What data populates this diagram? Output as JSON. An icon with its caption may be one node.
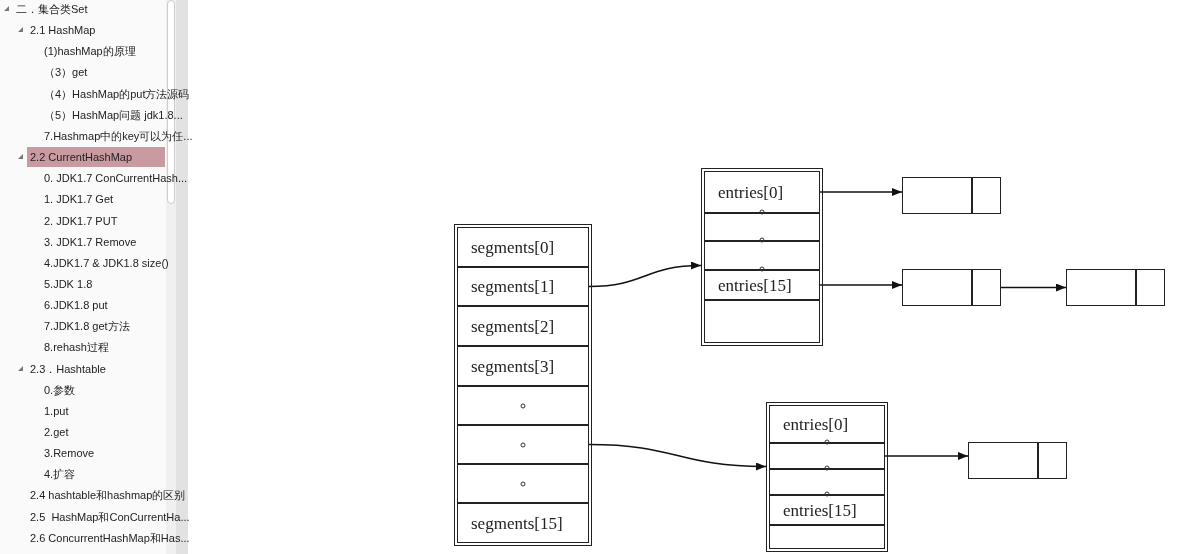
{
  "diagram": {
    "nodes": [
      {
        "text": [],
        "shape": "box"
      },
      {
        "text": [
          "segments[0]"
        ],
        "in": 0
      },
      {
        "text": [
          "segments[1]"
        ],
        "in": 0
      },
      {
        "text": [
          "segments[2]"
        ],
        "in": 0
      },
      {
        "text": [
          "segments[3]"
        ],
        "in": 0
      },
      {
        "text": [],
        "shape": "box",
        "in": 0
      },
      {
        "text": [],
        "shape": "box",
        "in": 0
      },
      {
        "text": [],
        "shape": "box",
        "in": 0
      },
      {
        "text": [
          "segments[15]"
        ],
        "in": 0
      },
      {
        "text": [],
        "shape": "box"
      },
      {
        "text": [
          "entries[0]"
        ],
        "in": 9
      },
      {
        "text": [],
        "shape": "box",
        "in": 9
      },
      {
        "text": [],
        "shape": "box",
        "in": 9
      },
      {
        "text": [
          "entries[15]"
        ],
        "in": 9
      },
      {
        "text": [],
        "shape": "box",
        "in": 9
      },
      {
        "text": [],
        "shape": "box"
      },
      {
        "text": [
          "entries[0]"
        ],
        "in": 15
      },
      {
        "text": [],
        "shape": "box",
        "in": 15
      },
      {
        "text": [],
        "shape": "box",
        "in": 15
      },
      {
        "text": [
          "entries[15]"
        ],
        "in": 15
      },
      {
        "text": [],
        "shape": "box",
        "in": 15
      },
      {
        "text": [],
        "shape": "box"
      },
      {
        "text": [],
        "shape": "box"
      },
      {
        "text": [],
        "shape": "box"
      },
      {
        "text": [],
        "shape": "box"
      }
    ],
    "edges": [
      {
        "from": 2,
        "to": 9,
        "arrow": "to"
      },
      {
        "from": 6,
        "to": 15,
        "arrow": "to"
      },
      {
        "from": 10,
        "to": 21,
        "arrow": "to"
      },
      {
        "from": 13,
        "to": 22,
        "arrow": "to"
      },
      {
        "from": 22,
        "to": 23,
        "arrow": "to"
      },
      {
        "from": 17,
        "to": 24,
        "arrow": "to"
      }
    ],
    "labels": [
      "二．集合类Set",
      "2.1 HashMap",
      "(1)hashMap的原理",
      "（3）get",
      "（4）HashMap的put方法源码",
      "（5）HashMap问题 jdk1.8...",
      "7.Hashmap中的key可以为任...",
      "2.2 CurrentHashMap",
      "0. JDK1.7 ConCurrentHash...",
      "1. JDK1.7 Get",
      "2. JDK1.7 PUT",
      "3. JDK1.7 Remove",
      "4.JDK1.7 & JDK1.8 size()",
      "5.JDK 1.8",
      "6.JDK1.8 put",
      "7.JDK1.8 get方法",
      "8.rehash过程",
      "2.3．Hashtable",
      "0.参数",
      "1.put",
      "2.get",
      "3.Remove",
      "4.扩容",
      "2.4 hashtable和hashmap的区别",
      "2.5  HashMap和ConCurrentHa...",
      "2.6 ConcurrentHashMap和Has..."
    ]
  }
}
